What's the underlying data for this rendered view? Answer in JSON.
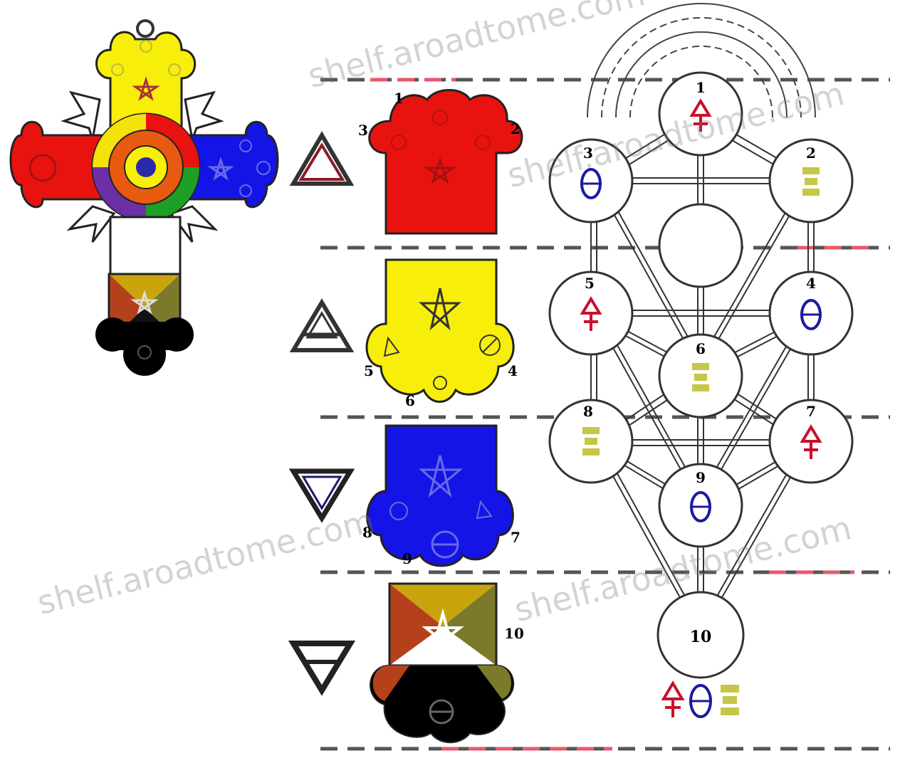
{
  "watermark": "shelf.aroadtome.com",
  "colors": {
    "fire": "#e8130f",
    "air": "#f7ee0a",
    "water": "#1414e6",
    "earth_citrine": "#c9a40c",
    "earth_olive": "#7a7a2a",
    "earth_russet": "#b5411c",
    "black": "#000000",
    "divider_dark": "#555555",
    "divider_pink": "#e8586e",
    "mercury": "#c8102e",
    "salt": "#1a1aa0",
    "sulphur": "#c6c648",
    "triangle": "#8a1a2a"
  },
  "icons": {
    "fire_triangle": "fire-triangle-icon",
    "air_triangle": "air-triangle-icon",
    "water_triangle": "water-triangle-icon",
    "earth_triangle": "earth-triangle-icon",
    "pentagram": "pentagram-icon",
    "mercury": "mercury-symbol-icon",
    "salt": "salt-symbol-icon",
    "sulphur": "sulphur-symbol-icon"
  },
  "tiles": {
    "fire": {
      "n1": "1",
      "n2": "2",
      "n3": "3"
    },
    "air": {
      "n4": "4",
      "n5": "5",
      "n6": "6"
    },
    "water": {
      "n7": "7",
      "n8": "8",
      "n9": "9"
    },
    "earth": {
      "n10": "10"
    }
  },
  "tree": {
    "s1": "1",
    "s2": "2",
    "s3": "3",
    "s4": "4",
    "s5": "5",
    "s6": "6",
    "s7": "7",
    "s8": "8",
    "s9": "9",
    "s10": "10"
  }
}
